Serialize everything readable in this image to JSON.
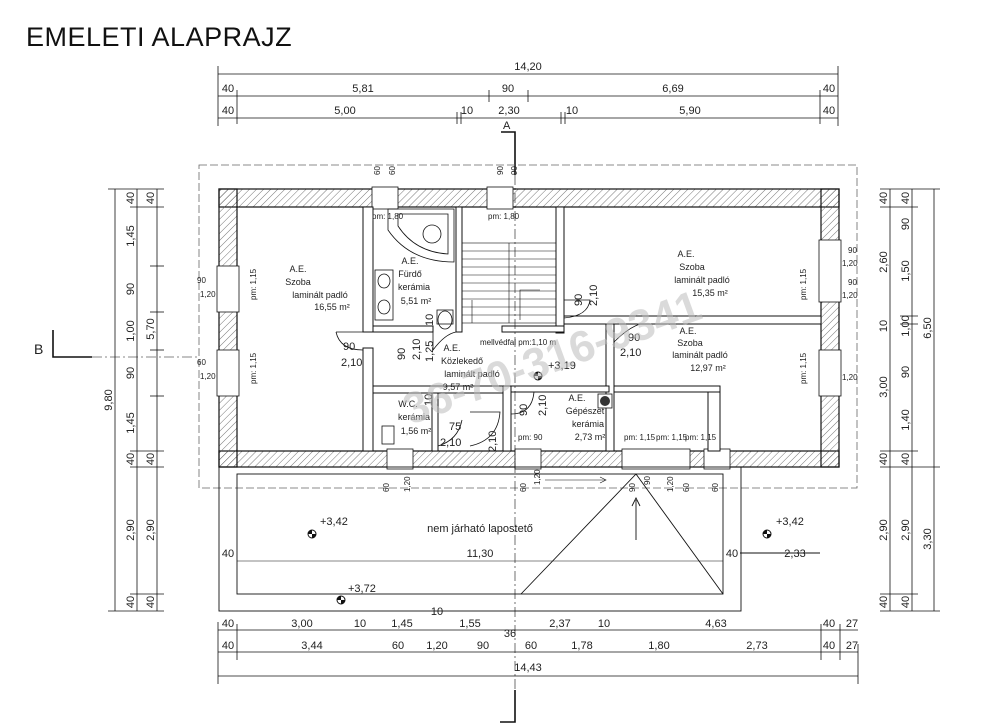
{
  "title": "EMELETI ALAPRAJZ",
  "section_marks": {
    "a": "A",
    "b": "B"
  },
  "watermark": "36-70-316-9341",
  "top_dims": {
    "row1": [
      "14,20"
    ],
    "row2": [
      "40",
      "5,81",
      "90",
      "6,69",
      "40"
    ],
    "row3": [
      "40",
      "5,00",
      "10",
      "2,30",
      "10",
      "5,90",
      "40"
    ]
  },
  "bottom_dims": {
    "row1": [
      "40",
      "3,00",
      "10",
      "1,45",
      "1,55",
      "36",
      "2,37",
      "10",
      "4,63",
      "40",
      "27"
    ],
    "row2": [
      "40",
      "3,44",
      "60",
      "1,20",
      "90",
      "60",
      "1,78",
      "1,80",
      "2,73",
      "40",
      "27"
    ],
    "row3": [
      "14,43"
    ]
  },
  "left_dims": {
    "outer": [
      "9,80"
    ],
    "mid": [
      "40",
      "5,70",
      "40",
      "2,90",
      "40"
    ],
    "inner": [
      "40",
      "1,45",
      "90",
      "1,00",
      "90",
      "1,45",
      "40",
      "2,90",
      "40"
    ]
  },
  "right_dims": {
    "inner": [
      "40",
      "90",
      "1,50",
      "1,00",
      "90",
      "1,40",
      "40",
      "2,90",
      "40"
    ],
    "mid": [
      "40",
      "2,60",
      "10",
      "3,00",
      "40",
      "2,90",
      "40"
    ],
    "outer": [
      "6,50",
      "3,30"
    ]
  },
  "rooms": [
    {
      "code": "A.E.",
      "name": "Szoba",
      "floor": "laminált padló",
      "area": "16,55 m²"
    },
    {
      "code": "A.E.",
      "name": "Fürdő",
      "floor": "kerámia",
      "area": "5,51 m²"
    },
    {
      "code": "A.E.",
      "name": "Közlekedő",
      "floor": "laminált padló",
      "area": "9,57 m²"
    },
    {
      "code": "A.E.",
      "name": "Szoba",
      "floor": "laminált padló",
      "area": "15,35 m²"
    },
    {
      "code": "A.E.",
      "name": "Szoba",
      "floor": "laminált padló",
      "area": "12,97 m²"
    },
    {
      "code": "A.E.",
      "name": "Gépészet",
      "floor": "kerámia",
      "area": "2,73 m²"
    },
    {
      "code": "W.C.",
      "name": "kerámia",
      "floor": "",
      "area": "1,56 m²"
    }
  ],
  "terrace": {
    "label": "nem járható lapostető",
    "width": "11,30",
    "side": "2,33",
    "left_wall": "40",
    "right_wall": "40",
    "edge": "10"
  },
  "levels": [
    "+3,42",
    "+3,42",
    "+3,72",
    "+3,19"
  ],
  "parapet": "mellvédfal pm:1,10 m",
  "sill_labels": [
    "pm: 1,80",
    "pm: 1,80",
    "pm: 1,15",
    "pm: 1,15",
    "pm: 1,15",
    "pm: 1,15",
    "pm: 1,15",
    "pm: 90",
    "pm: 1,15",
    "pm: 1,15"
  ],
  "door_labels": [
    "90",
    "2,10",
    "90",
    "2,10",
    "90",
    "2,10",
    "1,25",
    "10",
    "75",
    "2,10",
    "10",
    "2,10",
    "90",
    "2,10",
    "90",
    "2,10"
  ],
  "window_labels": [
    "60",
    "60",
    "90",
    "90",
    "1,20",
    "90",
    "1,20",
    "60",
    "1,20",
    "90",
    "1,20",
    "90",
    "1,20",
    "60",
    "1,20",
    "60",
    "1,20",
    "90",
    "90",
    "1,20",
    "60",
    "60"
  ]
}
